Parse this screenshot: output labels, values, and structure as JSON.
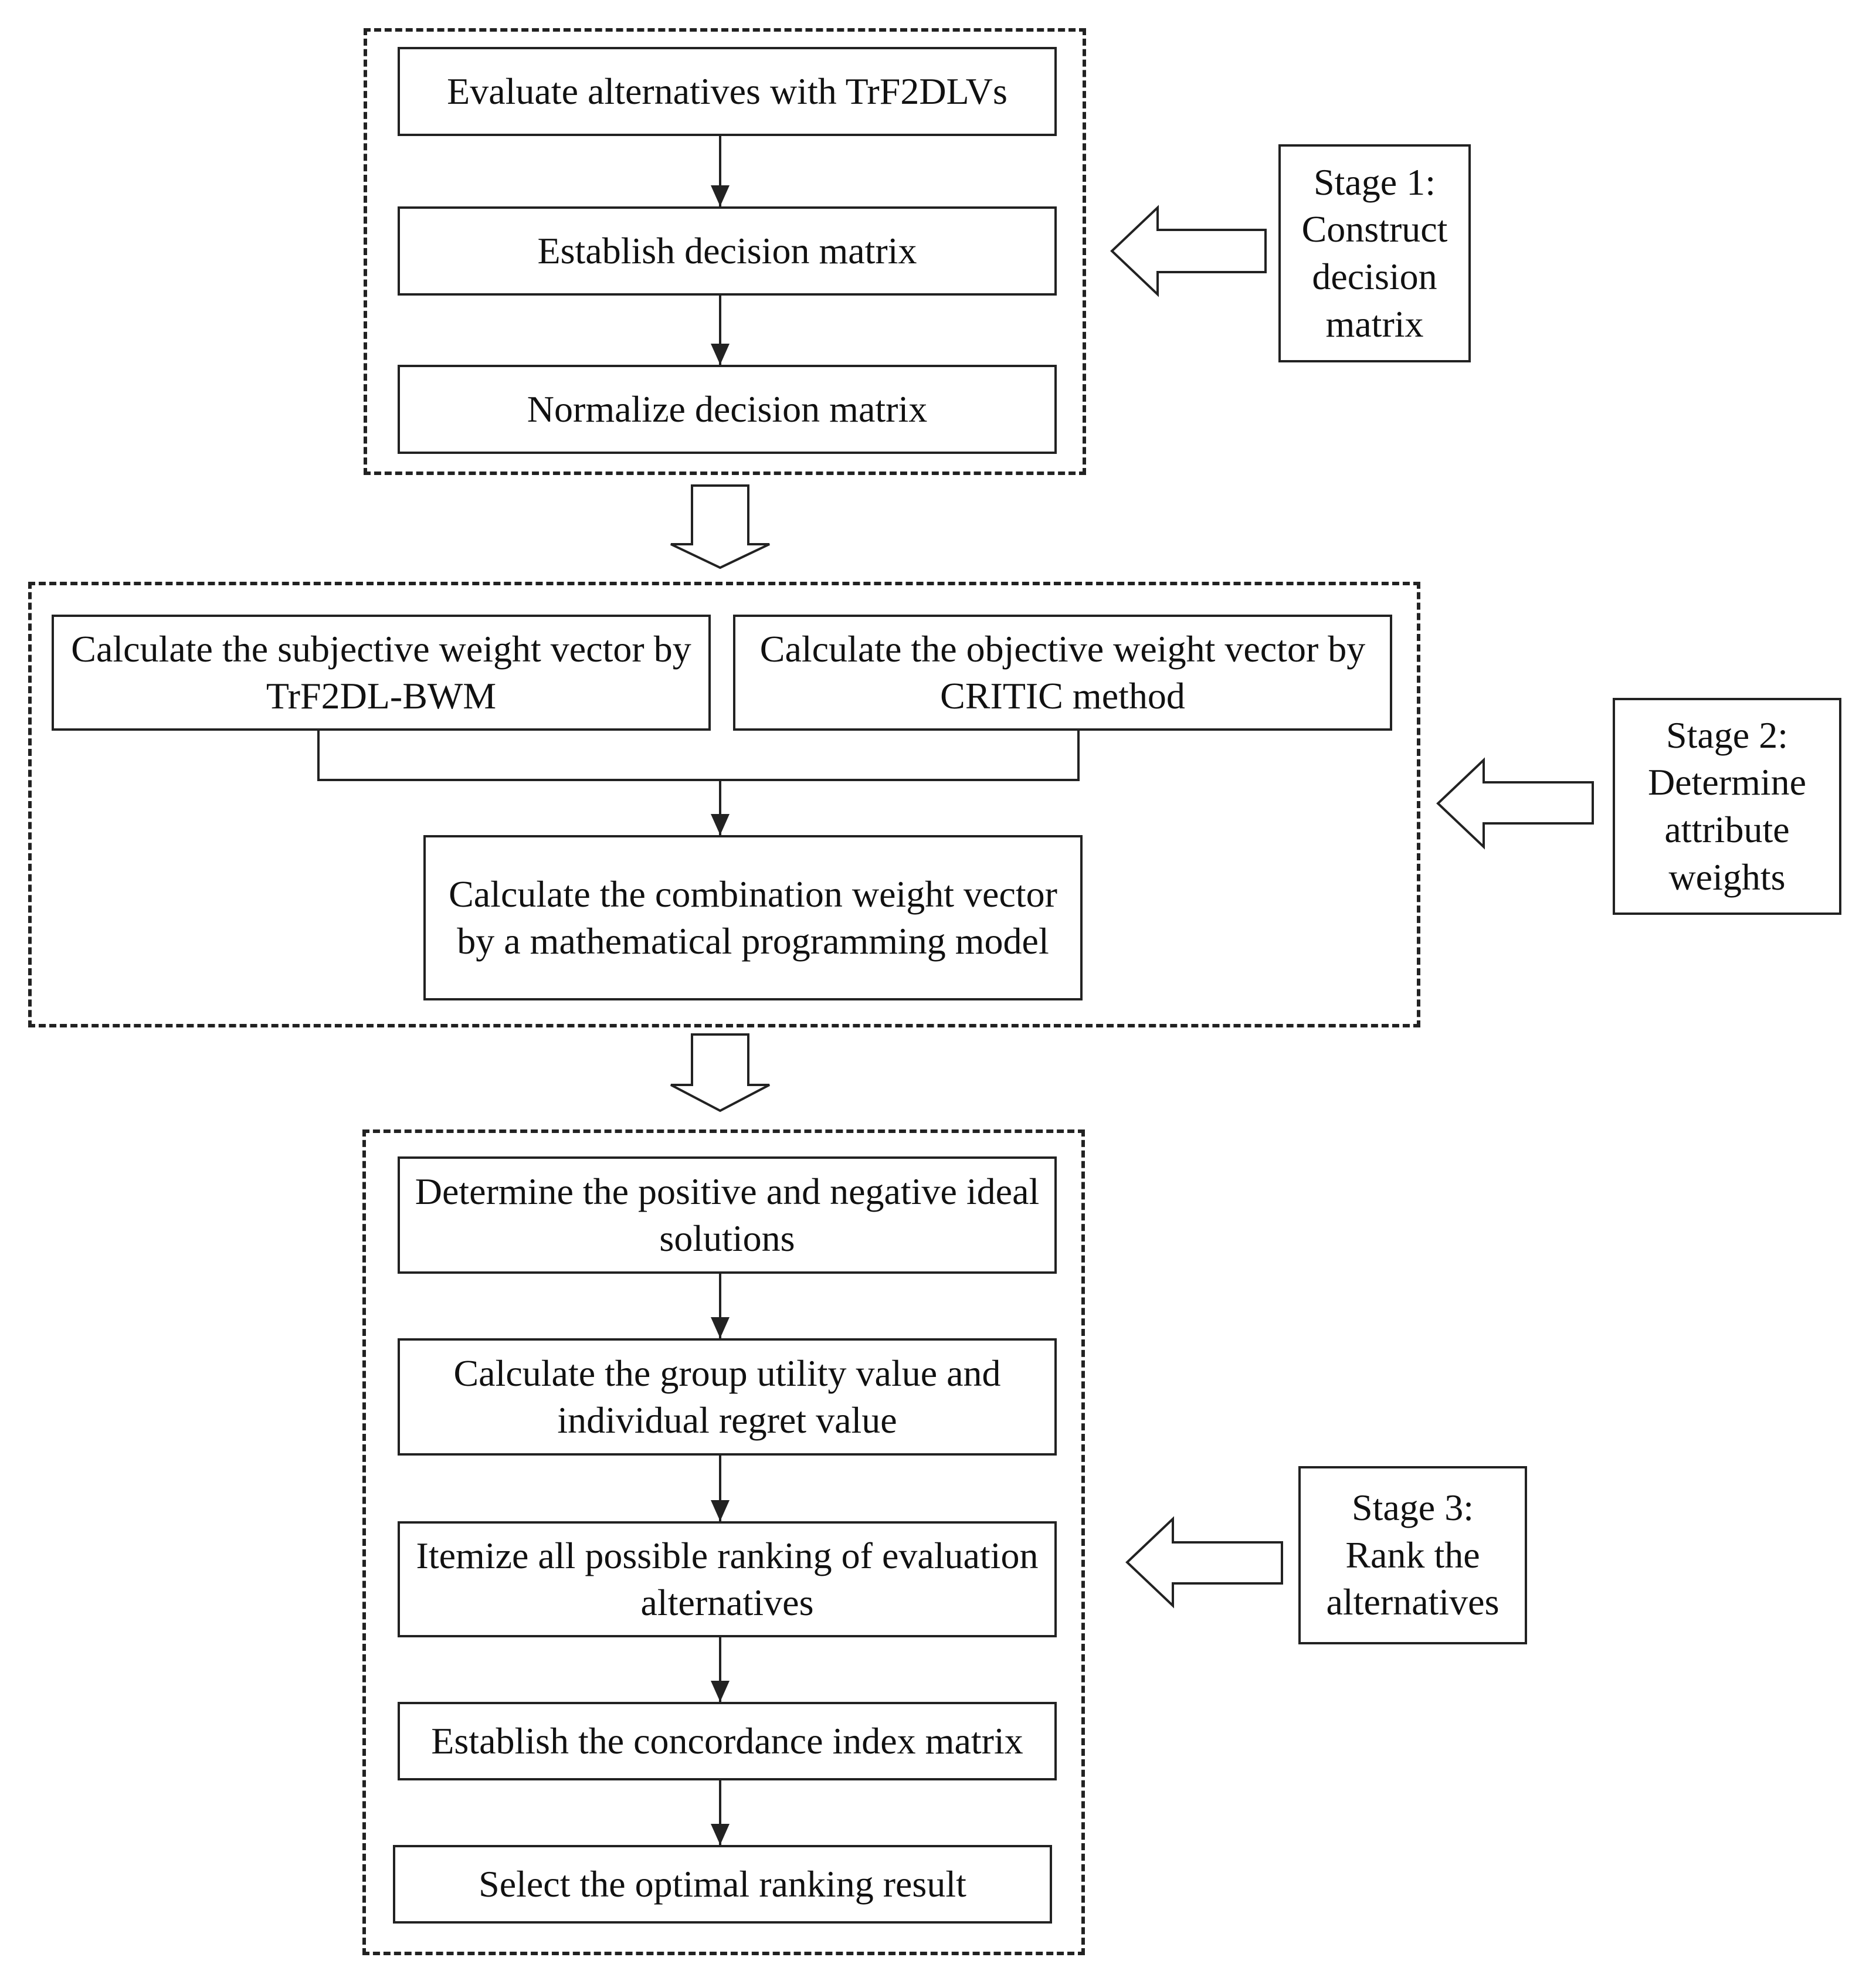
{
  "stage1": {
    "label": "Stage 1:\nConstruct\ndecision\nmatrix",
    "steps": [
      "Evaluate alternatives with TrF2DLVs",
      "Establish decision matrix",
      "Normalize decision matrix"
    ]
  },
  "stage2": {
    "label": "Stage 2:\nDetermine\nattribute\nweights",
    "subjective": "Calculate the subjective weight vector by TrF2DL-BWM",
    "objective": "Calculate the objective weight vector by CRITIC method",
    "combination": "Calculate the combination weight vector by a mathematical programming model"
  },
  "stage3": {
    "label": "Stage 3:\nRank the\nalternatives",
    "steps": [
      "Determine the positive and negative ideal solutions",
      "Calculate the group utility value and individual regret value",
      "Itemize all possible ranking of evaluation alternatives",
      "Establish the concordance index matrix",
      "Select the optimal ranking result"
    ]
  }
}
